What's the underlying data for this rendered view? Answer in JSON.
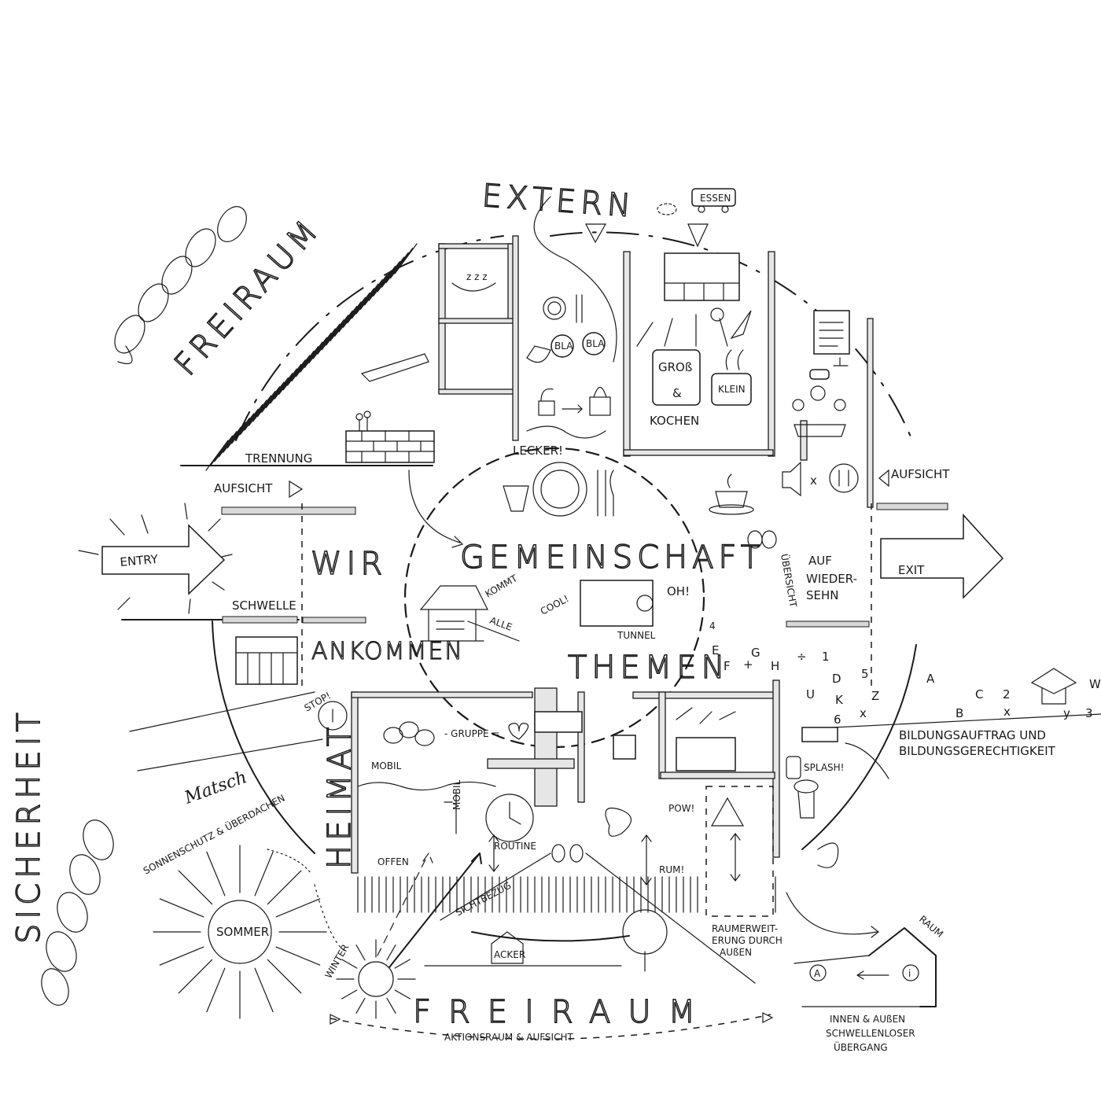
{
  "labels": {
    "extern": "EXTERN",
    "essen": "ESSEN",
    "freiraum_top": "FREIRAUM",
    "trennung": "TRENNUNG",
    "aufsicht_left": "AUFSICHT",
    "aufsicht_right": "AUFSICHT",
    "lecker": "LECKER!",
    "bla1": "BLA",
    "bla2": "BLA",
    "gross": "GROß",
    "und": "&",
    "klein": "KLEIN",
    "kochen": "KOCHEN",
    "x": "x",
    "gemeinschaft": "GEMEINSCHAFT",
    "entry": "ENTRY",
    "exit": "EXIT",
    "wir": "WIR",
    "ankommen": "ANKOMMEN",
    "schwelle": "SCHWELLE",
    "kommt": "KOMMT",
    "alle": "ALLE",
    "cool": "COOL!",
    "oh": "OH!",
    "tunnel": "TUNNEL",
    "uebersicht": "ÜBERSICHT",
    "auf": "AUF",
    "wieder": "WIEDER-",
    "sehn": "SEHN",
    "themen": "THEMEN",
    "stop": "STOP!",
    "gruppe": "- GRUPPE =",
    "mobil1": "MOBIL",
    "mobil2": "MOBIL",
    "heimat": "HEIMAT",
    "offen": "OFFEN",
    "routine": "ROUTINE",
    "sichtbezug": "SICHTBEZUG",
    "pow": "POW!",
    "rumi": "RUM!",
    "splash": "SPLASH!",
    "bildung1": "BILDUNGSAUFTRAG UND",
    "bildung2": "BILDUNGSGERECHTIGKEIT",
    "matsch": "Matsch",
    "sicherheit": "SICHERHEIT",
    "sonnenschutz": "SONNENSCHUTZ & ÜBERDACHEN",
    "sommer": "SOMMER",
    "winter": "WINTER",
    "acker": "ACKER",
    "freiraum_bottom": "FREIRAUM",
    "aktionsraum": "AKTIONSRAUM & AUFSICHT",
    "raumerw1": "RAUMERWEIT-",
    "raumerw2": "ERUNG DURCH",
    "raumerw3": "AUßEN",
    "raum": "RAUM",
    "innen1": "INNEN & AUßEN",
    "innen2": "SCHWELLENLOSER",
    "innen3": "ÜBERGANG",
    "a": "A",
    "i": "i",
    "four": "4"
  },
  "scatter_signs": [
    "E",
    "G",
    "F",
    "+",
    "H",
    "÷",
    "1",
    "U",
    "D",
    "5",
    "A",
    "K",
    "Z",
    "6",
    "C",
    "2",
    "x",
    "B",
    "x",
    "y",
    "3",
    "W"
  ],
  "icons": [
    "sun-icon",
    "truck-icon",
    "plate-icon",
    "cutlery-icon",
    "pot-icon",
    "lock-icon",
    "coffee-cup-icon",
    "speaker-icon",
    "pause-icon",
    "eyes-icon",
    "clock-icon",
    "toilet-icon",
    "graduation-cap-icon",
    "house-icon",
    "tree-icon",
    "market-stall-icon",
    "brick-wall-icon",
    "bush-icon"
  ]
}
